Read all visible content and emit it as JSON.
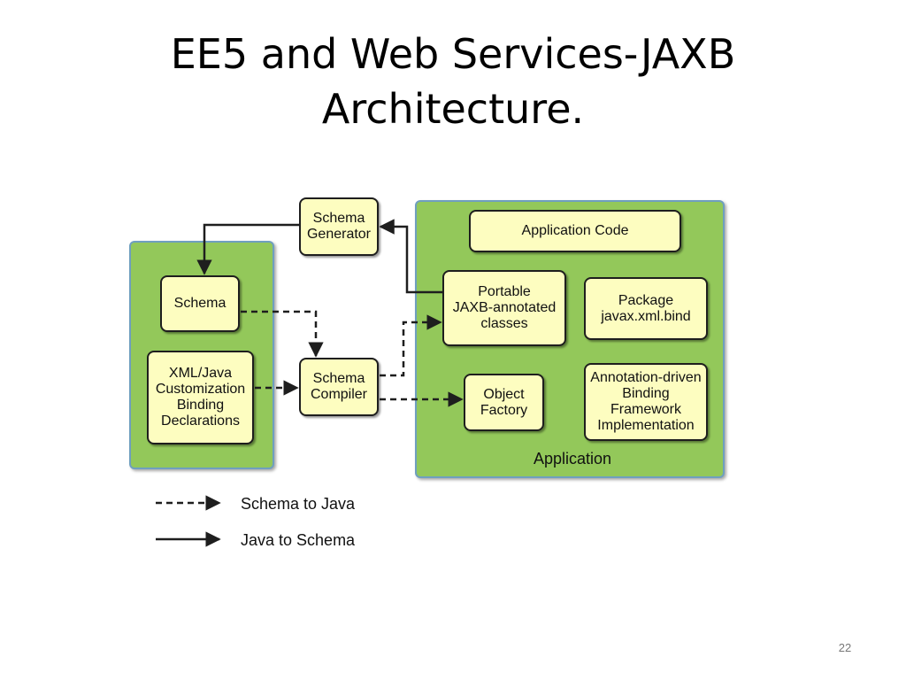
{
  "slide": {
    "title_line1": "EE5 and Web Services-JAXB",
    "title_line2": "Architecture.",
    "page_number": "22"
  },
  "diagram": {
    "boxes": {
      "schema_generator": [
        "Schema",
        "Generator"
      ],
      "schema": [
        "Schema"
      ],
      "customization": [
        "XML/Java",
        "Customization",
        "Binding",
        "Declarations"
      ],
      "schema_compiler": [
        "Schema",
        "Compiler"
      ],
      "application_code": [
        "Application Code"
      ],
      "portable_classes": [
        "Portable",
        "JAXB-annotated",
        "classes"
      ],
      "package": [
        "Package",
        "javax.xml.bind"
      ],
      "object_factory": [
        "Object",
        "Factory"
      ],
      "binding_framework": [
        "Annotation-driven",
        "Binding",
        "Framework",
        "Implementation"
      ]
    },
    "application_label": "Application",
    "legend": {
      "dashed": "Schema to Java",
      "solid": "Java to Schema"
    },
    "colors": {
      "group_fill": "#93c85a",
      "box_fill": "#fdfdc0",
      "arrow": "#1e1e1e"
    }
  }
}
